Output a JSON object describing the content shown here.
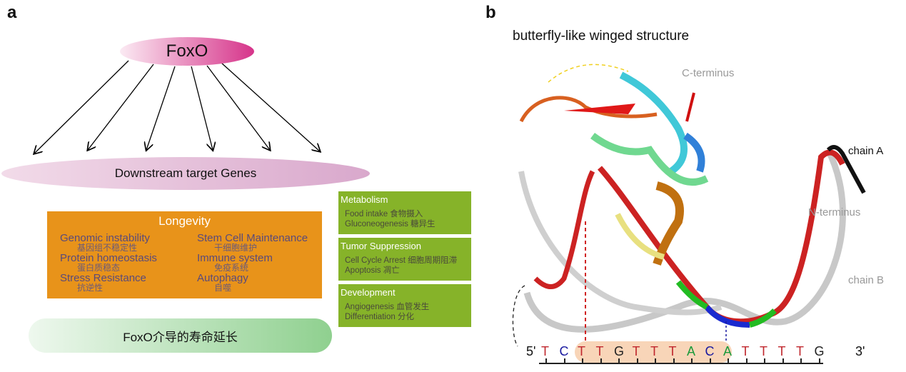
{
  "panel_a": {
    "label": "a",
    "top_node": "FoxO",
    "downstream": "Downstream target Genes",
    "longevity": {
      "title": "Longevity",
      "items": [
        {
          "en": "Genomic instability",
          "zh": "基因组不稳定性"
        },
        {
          "en": "Stem Cell Maintenance",
          "zh": "干细胞维护"
        },
        {
          "en": "Protein homeostasis",
          "zh": "蛋白质稳态"
        },
        {
          "en": "Immune system",
          "zh": "免疫系统"
        },
        {
          "en": "Stress Resistance",
          "zh": "抗逆性"
        },
        {
          "en": "Autophagy",
          "zh": "自噬"
        }
      ]
    },
    "boxes": [
      {
        "title": "Metabolism",
        "lines": [
          "Food intake 食物摄入",
          "Gluconeogenesis 糖异生"
        ]
      },
      {
        "title": "Tumor Suppression",
        "lines": [
          "Cell Cycle Arrest 细胞周期阻滞",
          "Apoptosis 凋亡"
        ]
      },
      {
        "title": "Development",
        "lines": [
          "Angiogenesis 血管发生",
          "Differentiation 分化"
        ]
      }
    ],
    "bottom": "FoxO介导的寿命延长",
    "colors": {
      "orange": "#e8931a",
      "green": "#86b329",
      "pink": "#d6348a"
    }
  },
  "panel_b": {
    "label": "b",
    "title": "butterfly-like winged structure",
    "labels": {
      "c_term": "C-terminus",
      "n_term": "N-terminus",
      "chain_a": "chain A",
      "chain_b": "chain B"
    },
    "five": "5'",
    "three": "3'",
    "sequence": [
      "T",
      "C",
      "T",
      "T",
      "G",
      "T",
      "T",
      "T",
      "A",
      "C",
      "A",
      "T",
      "T",
      "T",
      "T",
      "G"
    ],
    "base_colors": {
      "T": "#c0282e",
      "C": "#1a1aa0",
      "G": "#222222",
      "A": "#1a9a3a"
    }
  }
}
